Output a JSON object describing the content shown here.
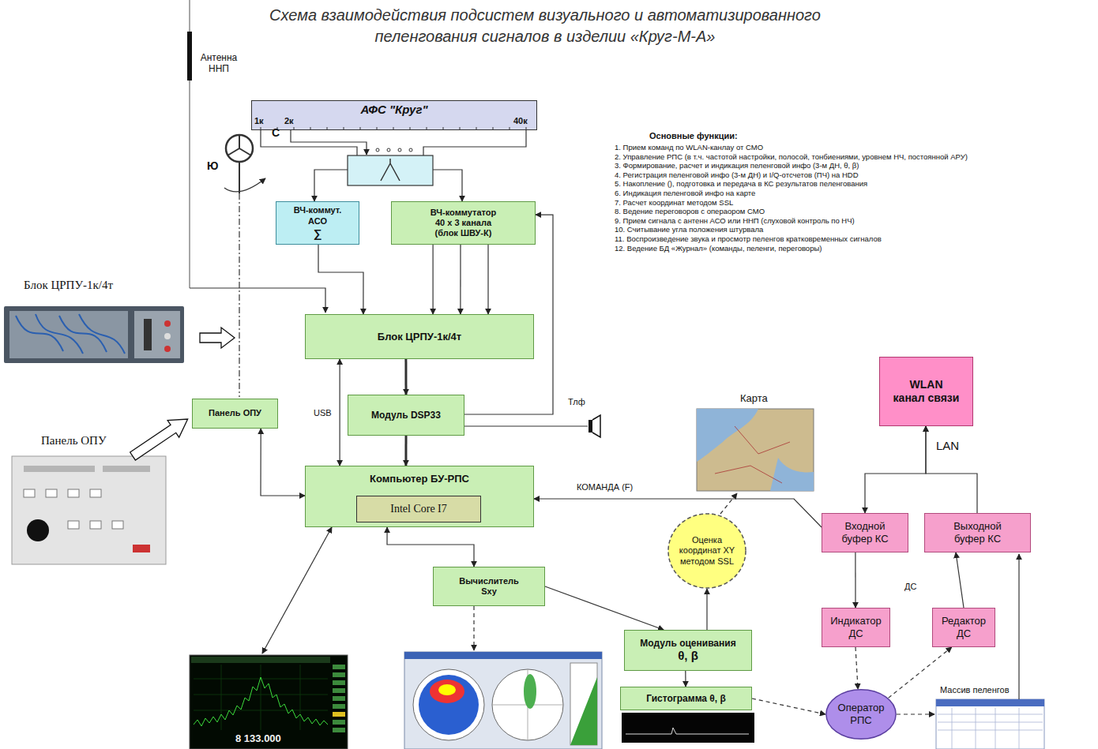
{
  "diagram": {
    "title": "Схема взаимодействия подсистем визуального и автоматизированного пеленгования сигналов в изделии «Круг-М-А»",
    "nodes": [
      {
        "text": [
          "АФС \"Круг\""
        ]
      },
      {
        "text": [
          "ВЧ-коммут. АСО",
          "∑"
        ]
      },
      {
        "text": [
          "ВЧ-коммутатор 40 х 3 канала (блок ШВУ-К)"
        ]
      },
      {
        "text": [
          "Блок ЦРПУ-1к/4т"
        ]
      },
      {
        "text": [
          "Панель ОПУ"
        ]
      },
      {
        "text": [
          "Модуль DSP33"
        ]
      },
      {
        "text": [
          "Компьютер БУ-РПС"
        ]
      },
      {
        "text": [
          "Intel Core I7"
        ],
        "in": 6
      },
      {
        "text": [
          "Вычислитель Sxy"
        ]
      },
      {
        "text": [
          "Оценка координат XY методом SSL"
        ]
      },
      {
        "text": [
          "Модуль оценивания",
          "θ, β"
        ]
      },
      {
        "text": [
          "Гистограмма θ, β"
        ]
      },
      {
        "text": [
          "WLAN",
          "канал связи"
        ]
      },
      {
        "text": [
          "Входной буфер КС"
        ]
      },
      {
        "text": [
          "Выходной буфер КС"
        ]
      },
      {
        "text": [
          "Индикатор ДС"
        ]
      },
      {
        "text": [
          "Редактор ДС"
        ]
      },
      {
        "text": [
          "Оператор РПС"
        ]
      }
    ],
    "edges": [
      {
        "from": 0,
        "to": 1,
        "arrow": "to"
      },
      {
        "from": 0,
        "to": 2,
        "arrow": "to"
      },
      {
        "from": 1,
        "to": 3,
        "arrow": "to"
      },
      {
        "from": 2,
        "to": 3,
        "arrow": "to"
      },
      {
        "from": 2,
        "to": 3,
        "arrow": "to"
      },
      {
        "from": 2,
        "to": 3,
        "arrow": "to"
      },
      {
        "from": 3,
        "to": 5,
        "arrow": "to"
      },
      {
        "from": 3,
        "to": 6,
        "label": "USB",
        "arrow": "both"
      },
      {
        "from": 5,
        "to": 6,
        "arrow": "to"
      },
      {
        "from": 5,
        "to": 2,
        "arrow": "to"
      },
      {
        "from": 4,
        "to": 6,
        "arrow": "both"
      },
      {
        "from": 6,
        "to": 8,
        "arrow": "both"
      },
      {
        "from": 8,
        "to": 10,
        "arrow": "to"
      },
      {
        "from": 10,
        "to": 11,
        "arrow": "to"
      },
      {
        "from": 10,
        "to": 9,
        "arrow": "to"
      },
      {
        "from": 13,
        "to": 6,
        "label": "КОМАНДА (F)",
        "arrow": "to"
      },
      {
        "from": 12,
        "to": 13,
        "label": "LAN",
        "arrow": "both"
      },
      {
        "from": 14,
        "to": 12,
        "arrow": "to"
      },
      {
        "from": 13,
        "to": 15,
        "arrow": "to"
      },
      {
        "from": 16,
        "to": 14,
        "arrow": "to"
      },
      {
        "from": 11,
        "to": 17,
        "arrow": "to"
      },
      {
        "from": 15,
        "to": 17,
        "arrow": "to"
      },
      {
        "from": 17,
        "to": 16,
        "arrow": "to"
      }
    ],
    "labels": [
      "Антенна ННП",
      "1к",
      "2к",
      "40к",
      "С",
      "Ю",
      "Блок ЦРПУ-1к/4т",
      "Панель ОПУ",
      "Тлф",
      "Карта",
      "ДС",
      "Массив пеленгов",
      "Основные функции:",
      "1. Прием команд по WLAN-канлау от СМО",
      "2. Управление РПС (в т.ч. частотой настройки, полосой, тонбиениями, уровнем НЧ, постоянной АРУ)",
      "3. Формирование, расчет и индикация пеленговой инфо (3-м ДН, θ, β)",
      "4. Регистрация пеленговой инфо (3-м ДН) и I/Q-отсчетов (ПЧ) на HDD",
      "5. Накопление (), подготовка и передача в КС результатов пеленгования",
      "6. Индикация пеленговой инфо на карте",
      "7. Расчет координат методом SSL",
      "8. Ведение переговоров с операором СМО",
      "9. Прием сигнала с антенн АСО или ННП (слуховой контроль по НЧ)",
      "10. Считывание угла положения штурвала",
      "11. Воспроизведение звука и просмотр пеленгов кратковременных сигналов",
      "12. Ведение БД «Журнал» (команды, пеленги, переговоры)",
      "8 133.000"
    ]
  }
}
